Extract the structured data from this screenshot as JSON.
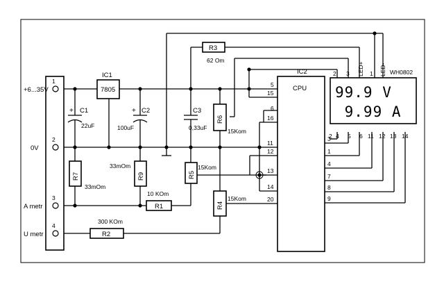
{
  "inputs": {
    "vin_label": "+6...35V",
    "gnd_label": "0V",
    "amp_label": "A metr",
    "volt_label": "U metr",
    "pins": [
      "1",
      "2",
      "3",
      "4"
    ]
  },
  "parts": {
    "ic1": {
      "ref": "IC1",
      "value": "7805"
    },
    "ic2": {
      "ref": "IC2",
      "name": "CPU"
    },
    "c1": {
      "ref": "C1",
      "value": "22uF",
      "polarity": "+"
    },
    "c2": {
      "ref": "C2",
      "value": "100uF",
      "polarity": "+"
    },
    "c3": {
      "ref": "C3",
      "value": "0,33uF"
    },
    "r1": {
      "ref": "R1",
      "value": "10 KOm"
    },
    "r2": {
      "ref": "R2",
      "value": "300 KOm"
    },
    "r3": {
      "ref": "R3",
      "value": "62 Om"
    },
    "r4": {
      "ref": "R4",
      "value": "15Kom"
    },
    "r5": {
      "ref": "R5",
      "value": "15Kom"
    },
    "r6": {
      "ref": "R6",
      "value": "15Kom"
    },
    "r7": {
      "ref": "R7",
      "value": "33mOm"
    },
    "r9": {
      "ref": "R9",
      "value": "33mOm"
    }
  },
  "cpu_pins_left": [
    "5",
    "15",
    "6",
    "16",
    "11",
    "12",
    "13",
    "14",
    "20"
  ],
  "cpu_pins_right": [
    "3",
    "1",
    "4",
    "7",
    "8",
    "9"
  ],
  "display": {
    "model": "WH0802",
    "line1": "99.9 V",
    "line2": " 9.99 A",
    "led_plus": "LED+",
    "led_minus": "LED-",
    "top_pins": [
      "2",
      "3",
      "1"
    ],
    "bottom_pins": [
      "2",
      "4",
      "5",
      "6",
      "11",
      "12",
      "13",
      "14"
    ]
  }
}
